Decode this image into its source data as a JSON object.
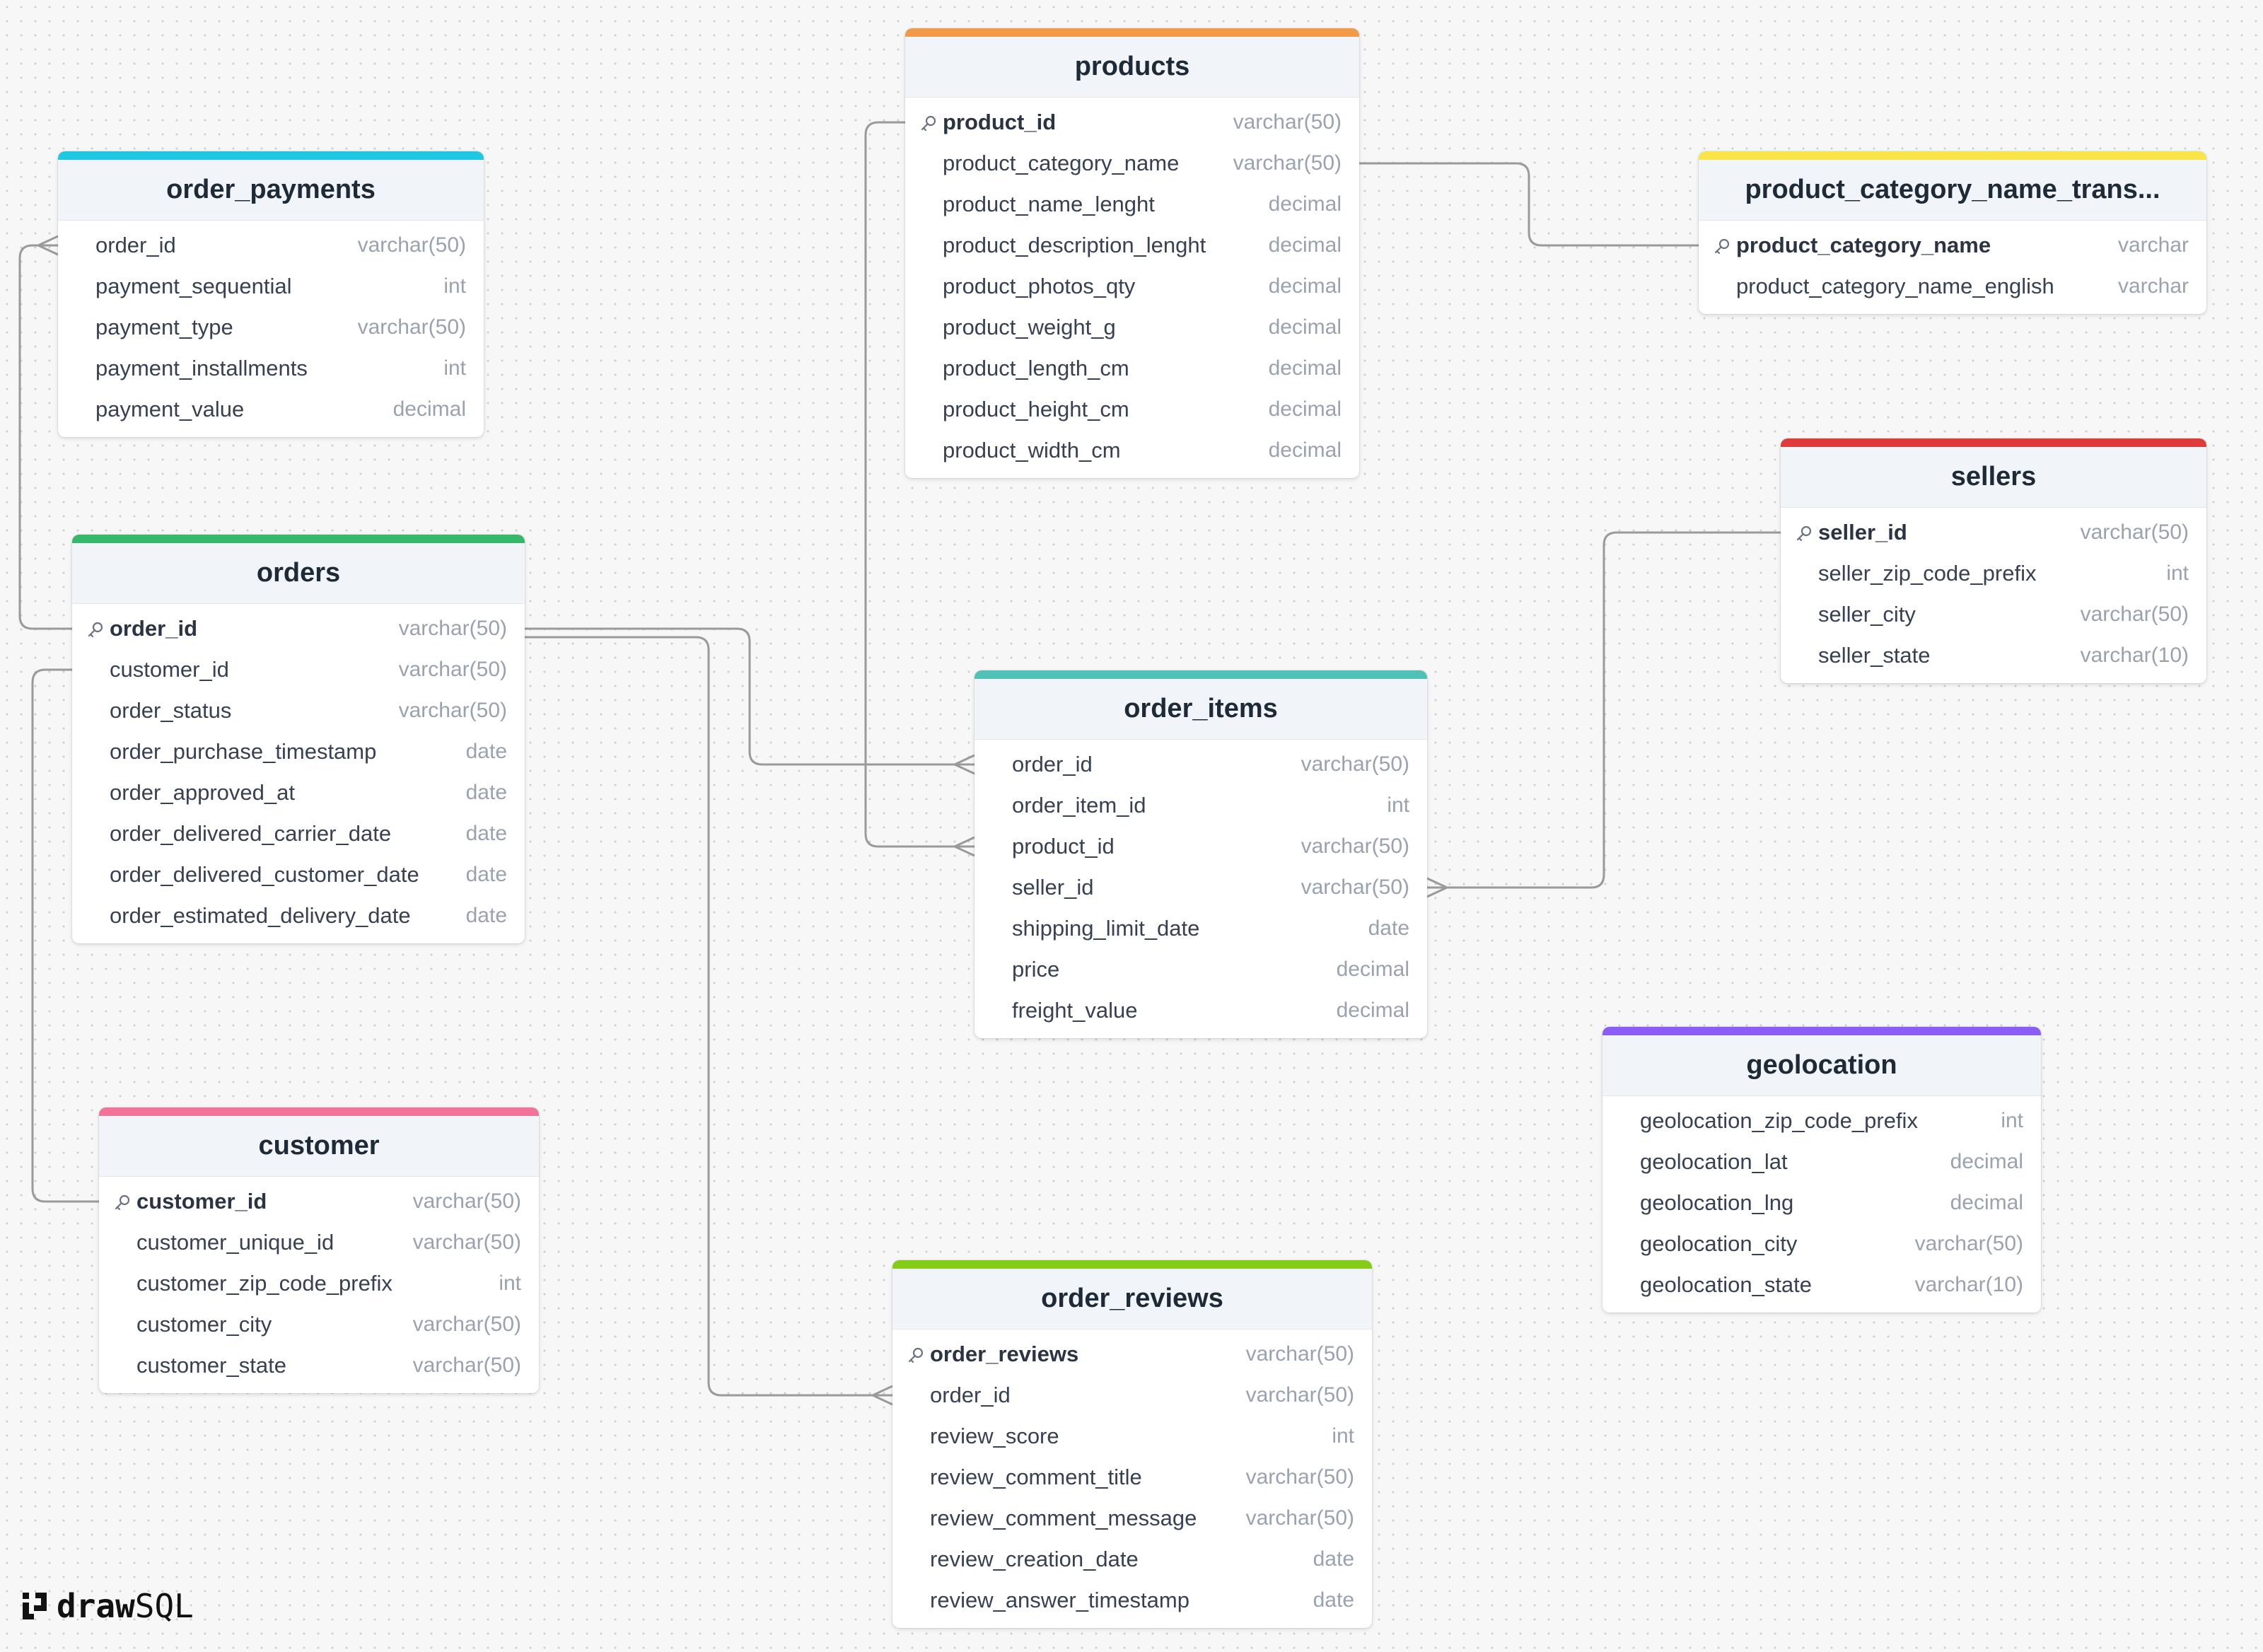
{
  "brand": {
    "name_part1": "draw",
    "name_part2": "SQL"
  },
  "colors": {
    "products": "#f2994a",
    "order_payments": "#1ec8e3",
    "product_category_name_translation": "#f9e547",
    "sellers": "#e03b3b",
    "orders": "#35b86b",
    "order_items": "#4fc1b7",
    "geolocation": "#8b5cf6",
    "customer": "#f2739a",
    "order_reviews": "#84cc16",
    "link": "#9a9a9a"
  },
  "tables": [
    {
      "id": "order_payments",
      "title": "order_payments",
      "accent": "#1ec8e3",
      "columns": [
        {
          "name": "order_id",
          "type": "varchar(50)",
          "pk": false
        },
        {
          "name": "payment_sequential",
          "type": "int",
          "pk": false
        },
        {
          "name": "payment_type",
          "type": "varchar(50)",
          "pk": false
        },
        {
          "name": "payment_installments",
          "type": "int",
          "pk": false
        },
        {
          "name": "payment_value",
          "type": "decimal",
          "pk": false
        }
      ]
    },
    {
      "id": "orders",
      "title": "orders",
      "accent": "#35b86b",
      "columns": [
        {
          "name": "order_id",
          "type": "varchar(50)",
          "pk": true
        },
        {
          "name": "customer_id",
          "type": "varchar(50)",
          "pk": false
        },
        {
          "name": "order_status",
          "type": "varchar(50)",
          "pk": false
        },
        {
          "name": "order_purchase_timestamp",
          "type": "date",
          "pk": false
        },
        {
          "name": "order_approved_at",
          "type": "date",
          "pk": false
        },
        {
          "name": "order_delivered_carrier_date",
          "type": "date",
          "pk": false
        },
        {
          "name": "order_delivered_customer_date",
          "type": "date",
          "pk": false
        },
        {
          "name": "order_estimated_delivery_date",
          "type": "date",
          "pk": false
        }
      ]
    },
    {
      "id": "customer",
      "title": "customer",
      "accent": "#f2739a",
      "columns": [
        {
          "name": "customer_id",
          "type": "varchar(50)",
          "pk": true
        },
        {
          "name": "customer_unique_id",
          "type": "varchar(50)",
          "pk": false
        },
        {
          "name": "customer_zip_code_prefix",
          "type": "int",
          "pk": false
        },
        {
          "name": "customer_city",
          "type": "varchar(50)",
          "pk": false
        },
        {
          "name": "customer_state",
          "type": "varchar(50)",
          "pk": false
        }
      ]
    },
    {
      "id": "products",
      "title": "products",
      "accent": "#f2994a",
      "columns": [
        {
          "name": "product_id",
          "type": "varchar(50)",
          "pk": true
        },
        {
          "name": "product_category_name",
          "type": "varchar(50)",
          "pk": false
        },
        {
          "name": "product_name_lenght",
          "type": "decimal",
          "pk": false
        },
        {
          "name": "product_description_lenght",
          "type": "decimal",
          "pk": false
        },
        {
          "name": "product_photos_qty",
          "type": "decimal",
          "pk": false
        },
        {
          "name": "product_weight_g",
          "type": "decimal",
          "pk": false
        },
        {
          "name": "product_length_cm",
          "type": "decimal",
          "pk": false
        },
        {
          "name": "product_height_cm",
          "type": "decimal",
          "pk": false
        },
        {
          "name": "product_width_cm",
          "type": "decimal",
          "pk": false
        }
      ]
    },
    {
      "id": "order_items",
      "title": "order_items",
      "accent": "#4fc1b7",
      "columns": [
        {
          "name": "order_id",
          "type": "varchar(50)",
          "pk": false
        },
        {
          "name": "order_item_id",
          "type": "int",
          "pk": false
        },
        {
          "name": "product_id",
          "type": "varchar(50)",
          "pk": false
        },
        {
          "name": "seller_id",
          "type": "varchar(50)",
          "pk": false
        },
        {
          "name": "shipping_limit_date",
          "type": "date",
          "pk": false
        },
        {
          "name": "price",
          "type": "decimal",
          "pk": false
        },
        {
          "name": "freight_value",
          "type": "decimal",
          "pk": false
        }
      ]
    },
    {
      "id": "order_reviews",
      "title": "order_reviews",
      "accent": "#84cc16",
      "columns": [
        {
          "name": "order_reviews",
          "type": "varchar(50)",
          "pk": true
        },
        {
          "name": "order_id",
          "type": "varchar(50)",
          "pk": false
        },
        {
          "name": "review_score",
          "type": "int",
          "pk": false
        },
        {
          "name": "review_comment_title",
          "type": "varchar(50)",
          "pk": false
        },
        {
          "name": "review_comment_message",
          "type": "varchar(50)",
          "pk": false
        },
        {
          "name": "review_creation_date",
          "type": "date",
          "pk": false
        },
        {
          "name": "review_answer_timestamp",
          "type": "date",
          "pk": false
        }
      ]
    },
    {
      "id": "product_category_name_translation",
      "title": "product_category_name_trans...",
      "accent": "#f9e547",
      "columns": [
        {
          "name": "product_category_name",
          "type": "varchar",
          "pk": true
        },
        {
          "name": "product_category_name_english",
          "type": "varchar",
          "pk": false
        }
      ]
    },
    {
      "id": "sellers",
      "title": "sellers",
      "accent": "#e03b3b",
      "columns": [
        {
          "name": "seller_id",
          "type": "varchar(50)",
          "pk": true
        },
        {
          "name": "seller_zip_code_prefix",
          "type": "int",
          "pk": false
        },
        {
          "name": "seller_city",
          "type": "varchar(50)",
          "pk": false
        },
        {
          "name": "seller_state",
          "type": "varchar(10)",
          "pk": false
        }
      ]
    },
    {
      "id": "geolocation",
      "title": "geolocation",
      "accent": "#8b5cf6",
      "columns": [
        {
          "name": "geolocation_zip_code_prefix",
          "type": "int",
          "pk": false
        },
        {
          "name": "geolocation_lat",
          "type": "decimal",
          "pk": false
        },
        {
          "name": "geolocation_lng",
          "type": "decimal",
          "pk": false
        },
        {
          "name": "geolocation_city",
          "type": "varchar(50)",
          "pk": false
        },
        {
          "name": "geolocation_state",
          "type": "varchar(10)",
          "pk": false
        }
      ]
    }
  ],
  "relationships": [
    {
      "from": "orders.order_id",
      "to": "order_payments.order_id",
      "cardinality": "one-to-many"
    },
    {
      "from": "orders.order_id",
      "to": "order_items.order_id",
      "cardinality": "one-to-many"
    },
    {
      "from": "orders.order_id",
      "to": "order_reviews.order_id",
      "cardinality": "one-to-many"
    },
    {
      "from": "customer.customer_id",
      "to": "orders.customer_id",
      "cardinality": "one-to-many"
    },
    {
      "from": "products.product_id",
      "to": "order_items.product_id",
      "cardinality": "one-to-many"
    },
    {
      "from": "sellers.seller_id",
      "to": "order_items.seller_id",
      "cardinality": "one-to-many"
    },
    {
      "from": "product_category_name_translation.product_category_name",
      "to": "products.product_category_name",
      "cardinality": "one-to-one"
    }
  ]
}
